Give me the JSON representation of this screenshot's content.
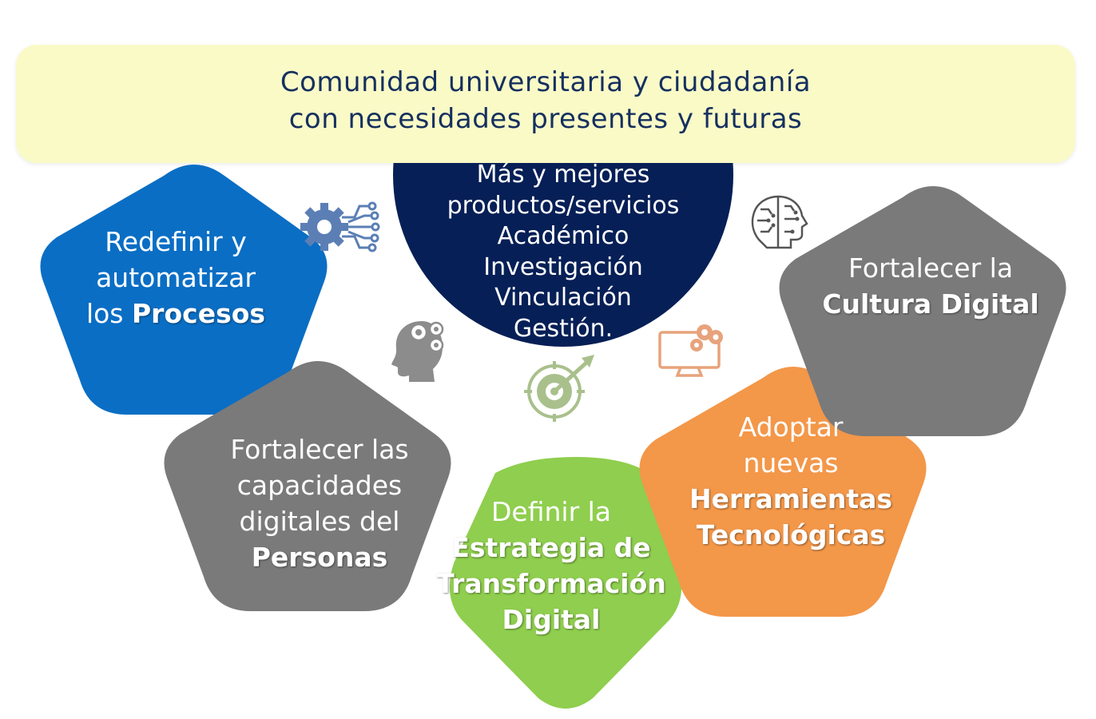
{
  "banner": {
    "line1": "Comunidad universitaria y ciudadanía",
    "line2": "con necesidades presentes y futuras"
  },
  "center": {
    "line1": "Más y mejores",
    "line2": "productos/servicios",
    "line3": "Académico",
    "line4": "Investigación",
    "line5": "Vinculación",
    "line6": "Gestión."
  },
  "pillars": {
    "procesos": {
      "l1": "Redefinir y",
      "l2": "automatizar",
      "l3a": "los ",
      "l3b": "Procesos",
      "color": "#0a6ec4"
    },
    "personas": {
      "l1": "Fortalecer las",
      "l2": "capacidades",
      "l3": "digitales del",
      "l4": "Personas",
      "color": "#7a7a7a"
    },
    "estrategia": {
      "l1": "Definir la",
      "l2": "Estrategia de",
      "l3": "Transformación",
      "l4": "Digital",
      "color": "#8fce4e"
    },
    "herramientas": {
      "l1": "Adoptar",
      "l2": "nuevas",
      "l3": "Herramientas",
      "l4": "Tecnológicas",
      "color": "#f39749"
    },
    "cultura": {
      "l1": "Fortalecer la",
      "l2": "Cultura Digital",
      "color": "#7a7a7a"
    }
  },
  "icons": {
    "gear-circuit": "#5b7fb5",
    "head-gears": "#8c8c8c",
    "target": "#a9c08c",
    "monitor-gears": "#e7a37c",
    "brain-circuit": "#555555"
  }
}
